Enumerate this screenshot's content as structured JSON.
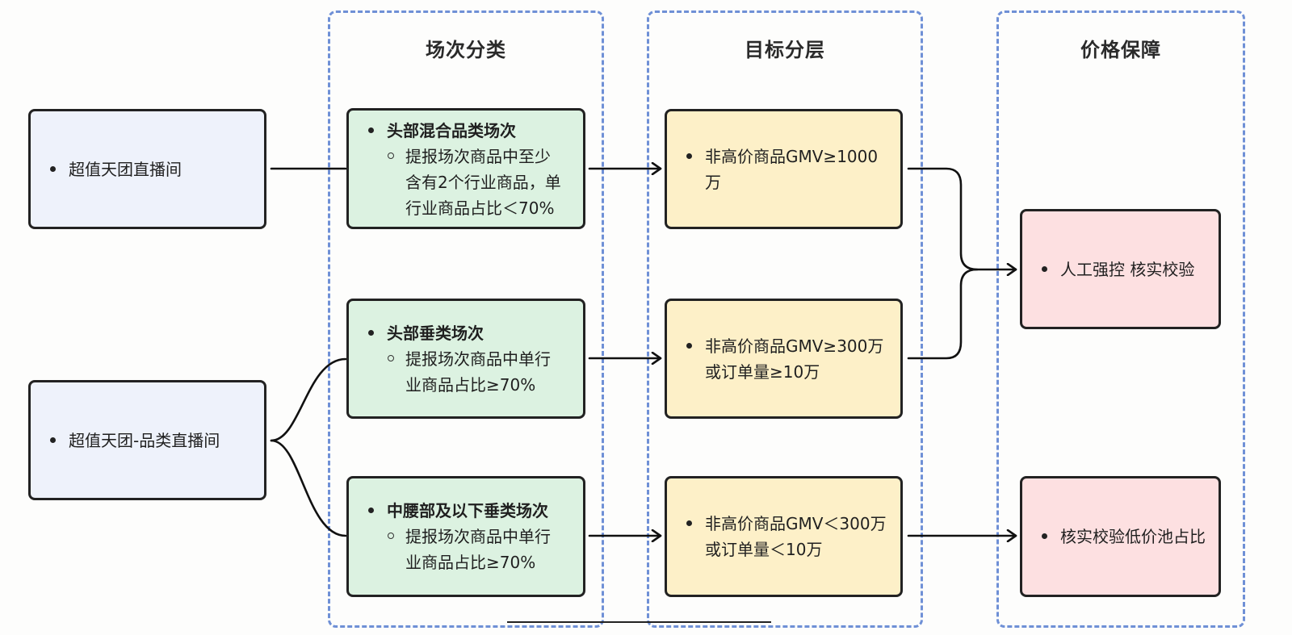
{
  "lanes": [
    {
      "title": "场次分类"
    },
    {
      "title": "目标分层"
    },
    {
      "title": "价格保障"
    }
  ],
  "sources": [
    {
      "label": "超值天团直播间"
    },
    {
      "label": "超值天团-品类直播间"
    }
  ],
  "categories": [
    {
      "title": "头部混合品类场次",
      "detail": [
        "提报场次商品中至少",
        "含有2个行业商品，单",
        "行业商品占比＜70%"
      ]
    },
    {
      "title": "头部垂类场次",
      "detail": [
        "提报场次商品中单行",
        "业商品占比≥70%"
      ]
    },
    {
      "title": "中腰部及以下垂类场次",
      "detail": [
        "提报场次商品中单行",
        "业商品占比≥70%"
      ]
    }
  ],
  "targets": [
    {
      "lines": [
        "非高价商品GMV≥1000万"
      ]
    },
    {
      "lines": [
        "非高价商品GMV≥300万",
        "或订单量≥10万"
      ]
    },
    {
      "lines": [
        "非高价商品GMV＜300万",
        "或订单量＜10万"
      ]
    }
  ],
  "guarantees": [
    {
      "label": "人工强控 核实校验"
    },
    {
      "label": "核实校验低价池占比"
    }
  ],
  "colors": {
    "lane_border": "#6f90d6",
    "source_fill": "#eef2fb",
    "category_fill": "#dcf2e1",
    "target_fill": "#fdf0c8",
    "guarantee_fill": "#fde0e1"
  }
}
